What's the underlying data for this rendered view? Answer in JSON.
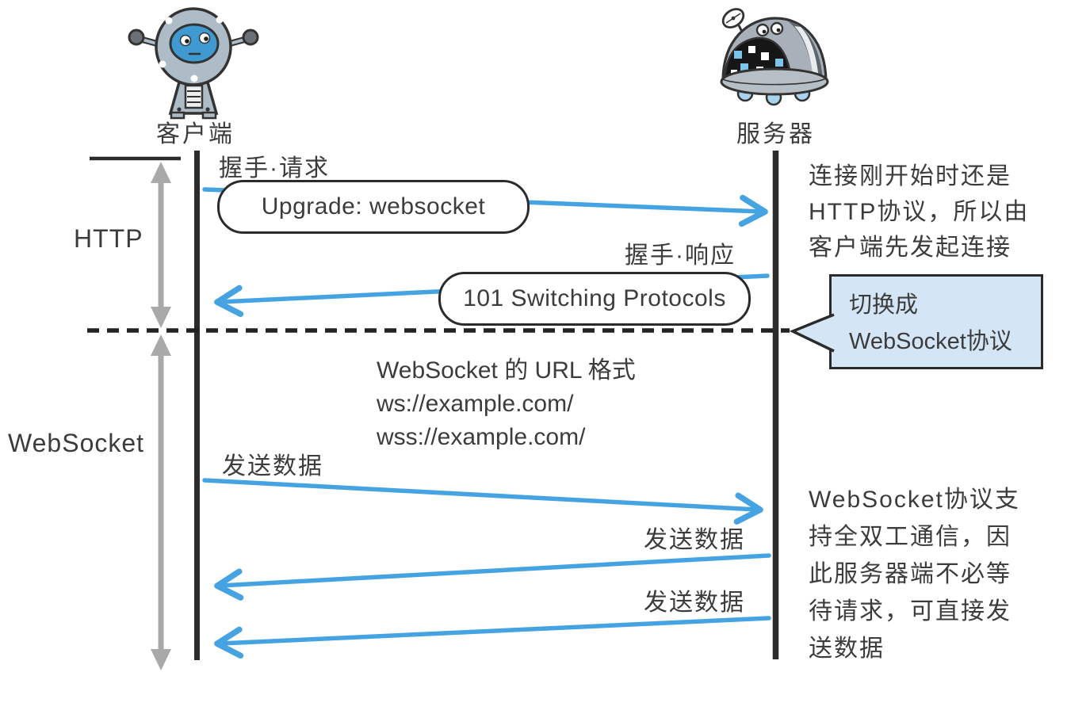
{
  "actors": {
    "client": {
      "label": "客户端"
    },
    "server": {
      "label": "服务器"
    }
  },
  "phases": {
    "http": {
      "label": "HTTP"
    },
    "websocket": {
      "label": "WebSocket"
    }
  },
  "messages": {
    "handshake_request": {
      "label": "握手·请求",
      "bubble": "Upgrade: websocket"
    },
    "handshake_response": {
      "label": "握手·响应",
      "bubble": "101 Switching Protocols"
    },
    "send_data_1": {
      "label": "发送数据"
    },
    "send_data_2": {
      "label": "发送数据"
    },
    "send_data_3": {
      "label": "发送数据"
    }
  },
  "notes": {
    "url_format": {
      "lines": [
        "WebSocket 的 URL 格式",
        "ws://example.com/",
        "wss://example.com/"
      ]
    },
    "http_note": {
      "lines": [
        "连接刚开始时还是",
        "HTTP协议，所以由",
        "客户端先发起连接"
      ]
    },
    "switch_callout": {
      "lines": [
        "切换成",
        "WebSocket协议"
      ]
    },
    "duplex_note": {
      "lines": [
        "WebSocket协议支",
        "持全双工通信，因",
        "此服务器端不必等",
        "待请求，可直接发",
        "送数据"
      ]
    }
  },
  "colors": {
    "arrow_blue": "#45a3e2",
    "arrow_gray": "#a9a9a9",
    "line_black": "#2b2b2b",
    "callout_bg": "#d4e6f6",
    "text": "#3c3c3c"
  }
}
